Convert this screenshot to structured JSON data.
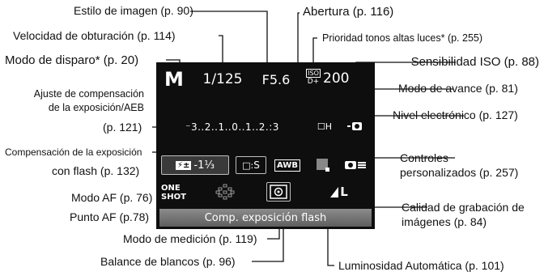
{
  "annotations": {
    "estilo": "Estilo de imagen (p. 90)",
    "velocidad": "Velocidad de obturación (p. 114)",
    "modo_disparo": "Modo de disparo* (p. 20)",
    "ajuste_line1": "Ajuste de compensación",
    "ajuste_line2": "de la exposición/AEB",
    "ajuste_line3": "(p. 121)",
    "comp_flash_line1": "Compensación de la exposición",
    "comp_flash_line2": "con flash (p. 132)",
    "modo_af": "Modo AF (p. 76)",
    "punto_af": "Punto AF (p.78)",
    "medicion": "Modo de medición (p. 119)",
    "balance": "Balance de blancos (p. 96)",
    "abertura": "Abertura (p. 116)",
    "prioridad": "Prioridad tonos altas luces* (p. 255)",
    "iso": "Sensibilidad ISO (p. 88)",
    "avance": "Modo de avance (p. 81)",
    "nivel": "Nivel electrónico (p. 127)",
    "controles_line1": "Controles",
    "controles_line2": "personalizados (p. 257)",
    "calidad_line1": "Calidad de grabación de",
    "calidad_line2": "imágenes (p. 84)",
    "luminosidad": "Luminosidad Automática (p. 101)"
  },
  "screen": {
    "mode": "M",
    "shutter": "1/125",
    "aperture": "F5.6",
    "iso_icon_top": "ISO",
    "iso_icon_bottom": "D+",
    "iso_value": "200",
    "exposure_scale": "⁻3..2..1..0..1..2.:3",
    "flash_comp": "-1⅓",
    "picture_style": "S",
    "wb": "AWB",
    "drive": "☐H",
    "af_mode": "ONE SHOT",
    "quality": "L",
    "flash_bar": "Comp. exposición flash"
  },
  "colors": {
    "background": "#ffffff",
    "screen": "#0e0e0e",
    "highlight": "#8c8c8c"
  }
}
